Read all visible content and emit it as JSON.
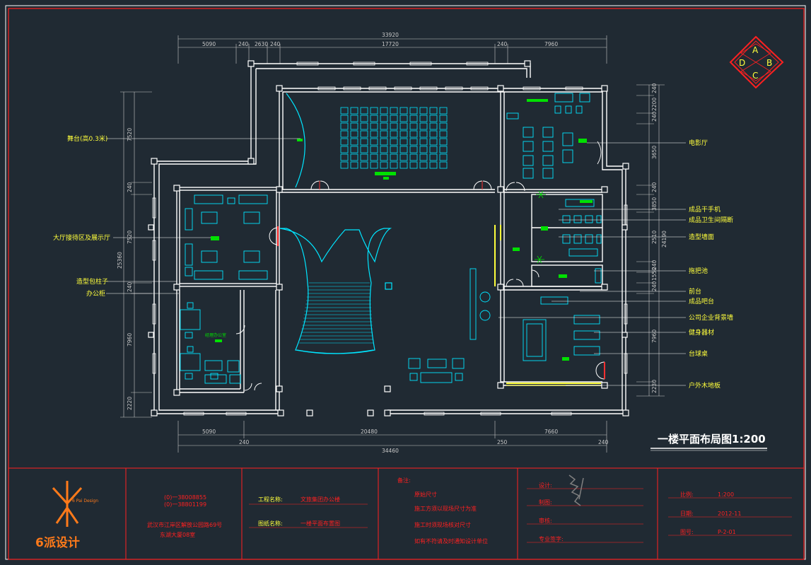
{
  "drawing_title": "一楼平面布局图1:200",
  "compass": {
    "a": "A",
    "b": "B",
    "c": "C",
    "d": "D"
  },
  "dims_top": {
    "total": "33920",
    "d1": "5090",
    "d2": "240",
    "d3": "2630",
    "d4": "240",
    "d5": "17720",
    "d6": "240",
    "d7": "7960"
  },
  "dims_bottom": {
    "d1": "5090",
    "d2": "20480",
    "d3": "7660",
    "total": "34460",
    "e1": "240",
    "e2": "250",
    "e3": "240"
  },
  "dims_left": {
    "v1": "7520",
    "v2": "240",
    "v3": "7520",
    "v4": "240",
    "v5": "7960",
    "v6": "2220",
    "total": "25360"
  },
  "dims_right": {
    "r1": "240",
    "r2": "2200",
    "r3": "240",
    "r4": "3650",
    "r5": "240",
    "r6": "3850",
    "r7": "2510",
    "r8": "240",
    "r9": "1550",
    "r10": "240",
    "r11": "7960",
    "r12": "2230",
    "total": "24190"
  },
  "labels_left": {
    "stage": "舞台(高0.3米)",
    "lobby": "大厅接待区及展示厅",
    "column": "造型包柱子",
    "desk": "办公柜"
  },
  "labels_right": {
    "cinema": "电影厅",
    "dryer": "成品干手机",
    "wc_partition": "成品卫生间隔断",
    "sink": "造型墙面",
    "mop": "拖把池",
    "counter": "前台",
    "bar": "成品吧台",
    "logo_wall": "公司企业背景墙",
    "gym": "健身器材",
    "pool": "台球桌",
    "deck": "户外木地板"
  },
  "room_labels": {
    "office_small": "经理办公室"
  },
  "title_block": {
    "company": "6派设计",
    "company_en": "6 Pai Design",
    "phone1": "(0)一38008855",
    "phone2": "(0)一38801199",
    "address1": "武汉市江岸区解放公园路69号",
    "address2": "东湖大厦08室",
    "project_label": "工程名称:",
    "project_value": "文旅集团办公楼",
    "drawing_label": "图纸名称:",
    "drawing_value": "一楼平面布置图",
    "notes_label": "备注:",
    "note1": "原始尺寸",
    "note2": "施工方须以现场尺寸为准",
    "note3": "施工时须现场核对尺寸",
    "note4": "如有不符请及时通知设计单位",
    "design_label": "设计:",
    "draw_label": "制图:",
    "check_label": "审核:",
    "approve_label": "专业签字:",
    "scale_label": "比例:",
    "scale_value": "1:200",
    "date_label": "日期:",
    "date_value": "2012-11",
    "sheet_label": "图号:",
    "sheet_value": "P-2-01"
  },
  "colors": {
    "background": "#202a33",
    "wall": "#ffffff",
    "furniture": "#00e5ff",
    "label": "#ffff3c",
    "frame": "#ff2020",
    "orange": "#ff7a1a",
    "green": "#00e000"
  }
}
